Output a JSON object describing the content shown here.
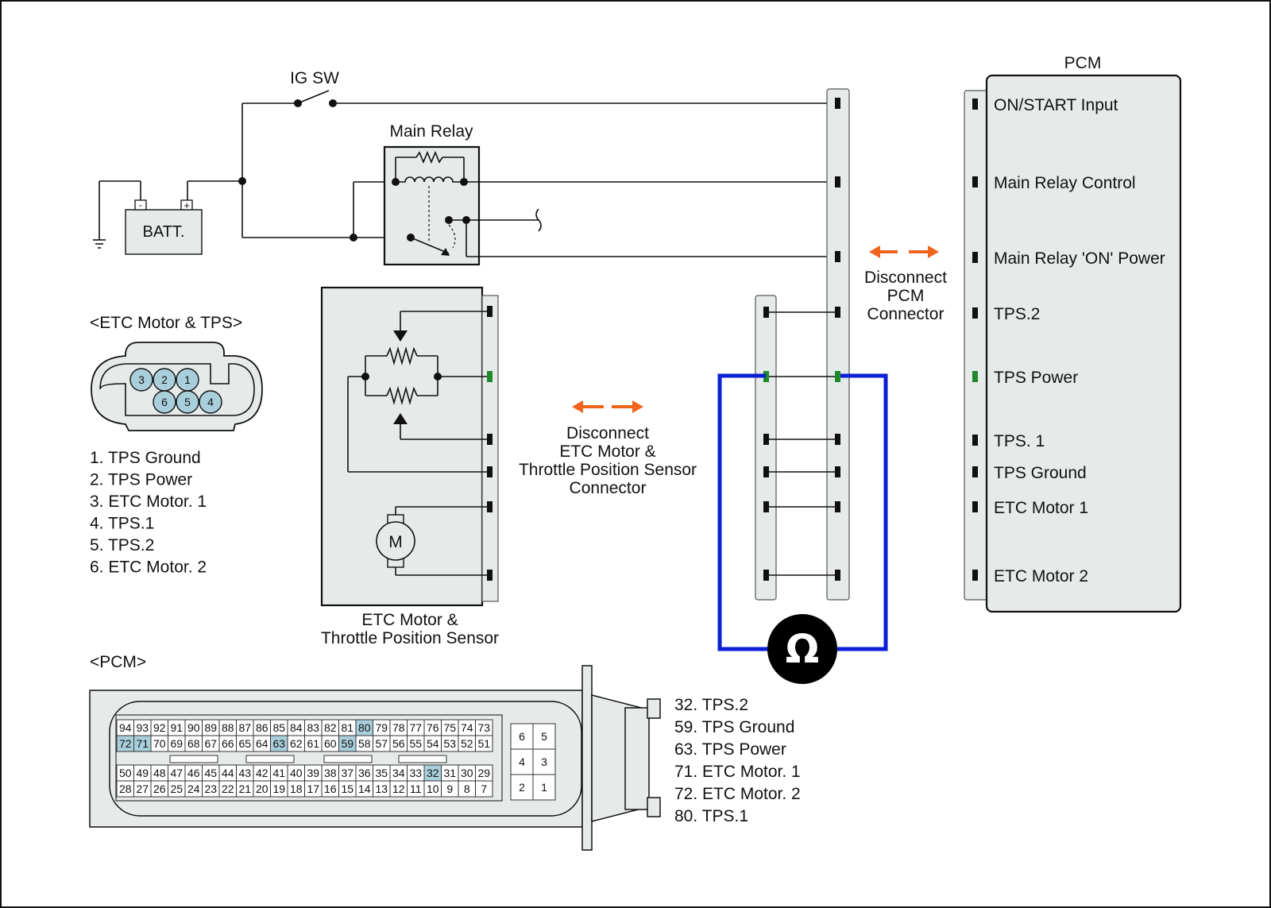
{
  "labels": {
    "ig_sw": "IG SW",
    "main_relay": "Main Relay",
    "batt": "BATT.",
    "batt_minus": "-",
    "batt_plus": "+",
    "pcm_title": "PCM",
    "etc_heading": "<ETC Motor & TPS>",
    "pcm_heading": "<PCM>",
    "motor_symbol": "M",
    "ohm_symbol": "Ω",
    "etc_caption": [
      "ETC Motor &",
      "Throttle Position Sensor"
    ],
    "disconnect_etc": [
      "Disconnect",
      "ETC Motor &",
      "Throttle Position Sensor",
      "Connector"
    ],
    "disconnect_pcm": [
      "Disconnect",
      "PCM",
      "Connector"
    ]
  },
  "pcm_terminals": [
    "ON/START Input",
    "Main Relay Control",
    "Main Relay 'ON' Power",
    "TPS.2",
    "TPS Power",
    "TPS. 1",
    "TPS Ground",
    "ETC Motor 1",
    "ETC Motor 2"
  ],
  "etc_pinout": [
    "1. TPS Ground",
    "2. TPS Power",
    "3. ETC Motor. 1",
    "4. TPS.1",
    "5. TPS.2",
    "6. ETC Motor. 2"
  ],
  "etc_connector_pins": [
    "3",
    "2",
    "1",
    "6",
    "5",
    "4"
  ],
  "pcm_pinout": [
    "32. TPS.2",
    "59. TPS Ground",
    "63. TPS Power",
    "71. ETC Motor. 1",
    "72. ETC Motor. 2",
    "80. TPS.1"
  ],
  "pcm_grid": {
    "row1": [
      "94",
      "93",
      "92",
      "91",
      "90",
      "89",
      "88",
      "87",
      "86",
      "85",
      "84",
      "83",
      "82",
      "81",
      "80",
      "79",
      "78",
      "77",
      "76",
      "75",
      "74",
      "73"
    ],
    "row2": [
      "72",
      "71",
      "70",
      "69",
      "68",
      "67",
      "66",
      "65",
      "64",
      "63",
      "62",
      "61",
      "60",
      "59",
      "58",
      "57",
      "56",
      "55",
      "54",
      "53",
      "52",
      "51"
    ],
    "row3": [
      "50",
      "49",
      "48",
      "47",
      "46",
      "45",
      "44",
      "43",
      "42",
      "41",
      "40",
      "39",
      "38",
      "37",
      "36",
      "35",
      "34",
      "33",
      "32",
      "31",
      "30",
      "29"
    ],
    "row4": [
      "28",
      "27",
      "26",
      "25",
      "24",
      "23",
      "22",
      "21",
      "20",
      "19",
      "18",
      "17",
      "16",
      "15",
      "14",
      "13",
      "12",
      "11",
      "10",
      "9",
      "8",
      "7"
    ],
    "small": [
      "6",
      "5",
      "4",
      "3",
      "2",
      "1"
    ],
    "highlighted": [
      "80",
      "72",
      "71",
      "63",
      "59",
      "32"
    ]
  },
  "colors": {
    "highlight_terminal": "#1e8a2c",
    "meter_lead": "#0a1fd6",
    "arrow": "#f0641e",
    "pin_highlight": "#a9cfdc"
  }
}
